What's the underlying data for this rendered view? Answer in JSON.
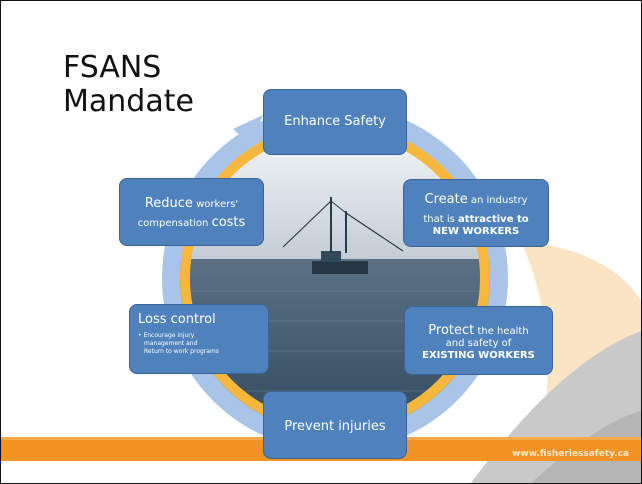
{
  "title": {
    "line1": "FSANS",
    "line2": "Mandate"
  },
  "colors": {
    "box_fill": "#4f81bd",
    "orange_bar": "#f39323",
    "cycle_ring_outer": "#a9c4e6",
    "cycle_ring_inner": "#f6b73c",
    "water": "#3b556d"
  },
  "items": [
    {
      "text": "Enhance Safety"
    },
    {
      "big": "Create",
      "text": " an industry",
      "line2": "that is ",
      "line2_bold": "attractive to",
      "line3": "NEW WORKERS"
    },
    {
      "big": "Protect",
      "text": " the health",
      "line2": "and safety of",
      "line3": "EXISTING WORKERS"
    },
    {
      "big": "Prevent",
      "text": " injuries"
    },
    {
      "big": "Loss control",
      "sub_lines": [
        "• Encourage injury",
        "management and",
        "Return to work programs"
      ]
    },
    {
      "big": "Reduce",
      "text": " workers'",
      "line2": "compensation ",
      "line2_big": "costs"
    }
  ],
  "footer": {
    "url": "www.fisheriessafety.ca"
  },
  "icons": {
    "center": "fishing-boat-photo",
    "cycle": "cycle-arrow-ring"
  }
}
